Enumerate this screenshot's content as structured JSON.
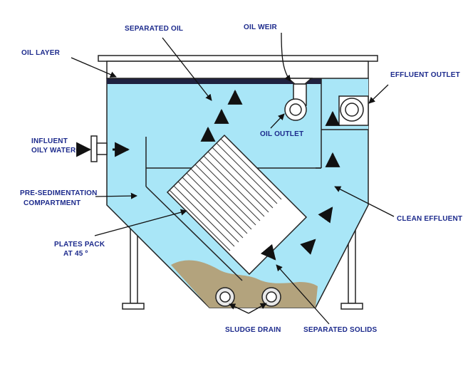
{
  "labels": {
    "oil_layer": "OIL LAYER",
    "separated_oil": "SEPARATED OIL",
    "oil_weir": "OIL WEIR",
    "effluent_outlet": "EFFLUENT OUTLET",
    "influent_line1": "INFLUENT",
    "influent_line2": "OILY WATER",
    "oil_outlet": "OIL OUTLET",
    "pre_sed_line1": "PRE-SEDIMENTATION",
    "pre_sed_line2": "COMPARTMENT",
    "clean_effluent": "CLEAN EFFLUENT",
    "plates_line1": "PLATES PACK",
    "plates_line2": "AT 45 º",
    "sludge_drain": "SLUDGE DRAIN",
    "separated_solids": "SEPARATED SOLIDS"
  },
  "colors": {
    "water": "#a9e6f7",
    "oil_layer": "#1f2240",
    "sludge": "#b3a37d",
    "outline": "#222222",
    "label": "#1c2a8c",
    "plate_pack": "#ffffff"
  }
}
